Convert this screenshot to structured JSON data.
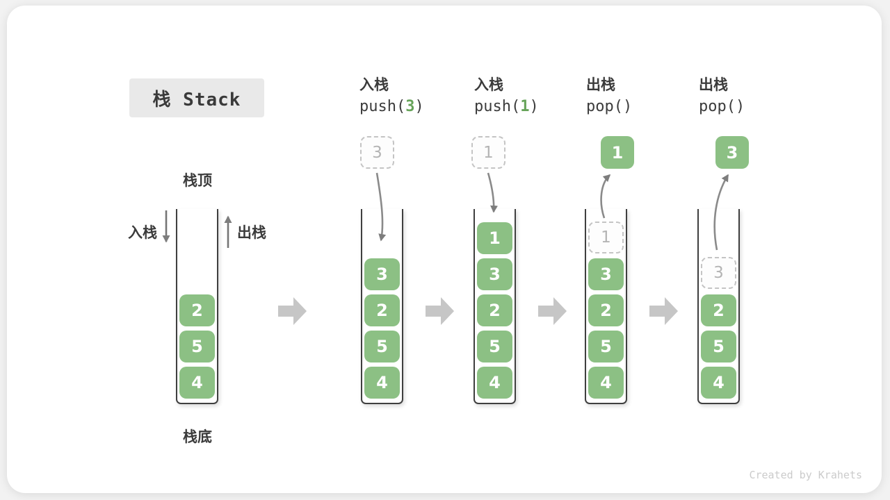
{
  "title": "栈 Stack",
  "watermark": "Created by Krahets",
  "legend": {
    "stack_top": "栈顶",
    "stack_bottom": "栈底",
    "push_side": "入栈",
    "pop_side": "出栈"
  },
  "colors": {
    "element_green": "#8cc084",
    "code_arg_green": "#67a45a",
    "flow_arrow_gray": "#8a8a8a",
    "transition_arrow_gray": "#c6c6c6",
    "container_border": "#3f3f3f",
    "ghost_gray": "#b4b4b4",
    "text_dark": "#3b3b3b",
    "badge_bg": "#e9e9e9"
  },
  "steps": [
    {
      "name": "initial",
      "elements": [
        "2",
        "5",
        "4"
      ]
    },
    {
      "name": "after-push-3",
      "op": {
        "cn": "入栈",
        "pre": "push(",
        "arg": "3",
        "post": ")"
      },
      "floating": "3",
      "elements": [
        "3",
        "2",
        "5",
        "4"
      ]
    },
    {
      "name": "after-push-1",
      "op": {
        "cn": "入栈",
        "pre": "push(",
        "arg": "1",
        "post": ")"
      },
      "floating": "1",
      "elements": [
        "1",
        "3",
        "2",
        "5",
        "4"
      ]
    },
    {
      "name": "after-pop-1",
      "op": {
        "cn": "出栈",
        "pre": "pop(",
        "arg": "",
        "post": ")"
      },
      "popped": "1",
      "ghost": "1",
      "elements": [
        "3",
        "2",
        "5",
        "4"
      ]
    },
    {
      "name": "after-pop-3",
      "op": {
        "cn": "出栈",
        "pre": "pop(",
        "arg": "",
        "post": ")"
      },
      "popped": "3",
      "ghost": "3",
      "elements": [
        "2",
        "5",
        "4"
      ]
    }
  ]
}
